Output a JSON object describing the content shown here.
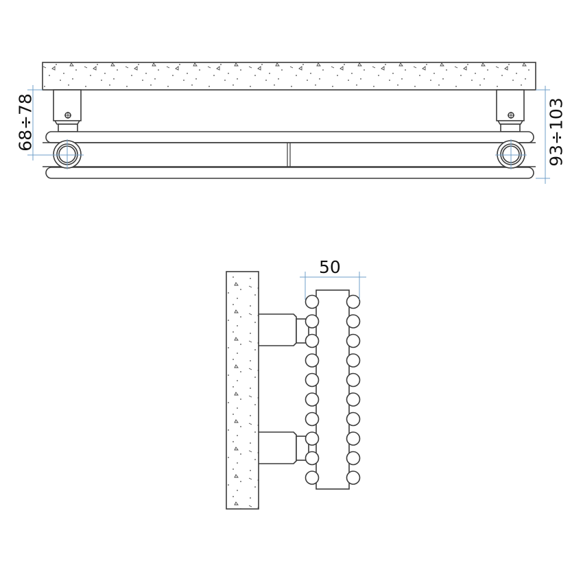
{
  "drawing": {
    "top_view": {
      "dim_left": "68÷78",
      "dim_right": "93÷103"
    },
    "side_view": {
      "dim_top": "50",
      "rail_count_per_side": 10
    },
    "colors": {
      "line": "#3a3a3a",
      "dimension": "#6f9fc9",
      "text": "#111111"
    }
  }
}
